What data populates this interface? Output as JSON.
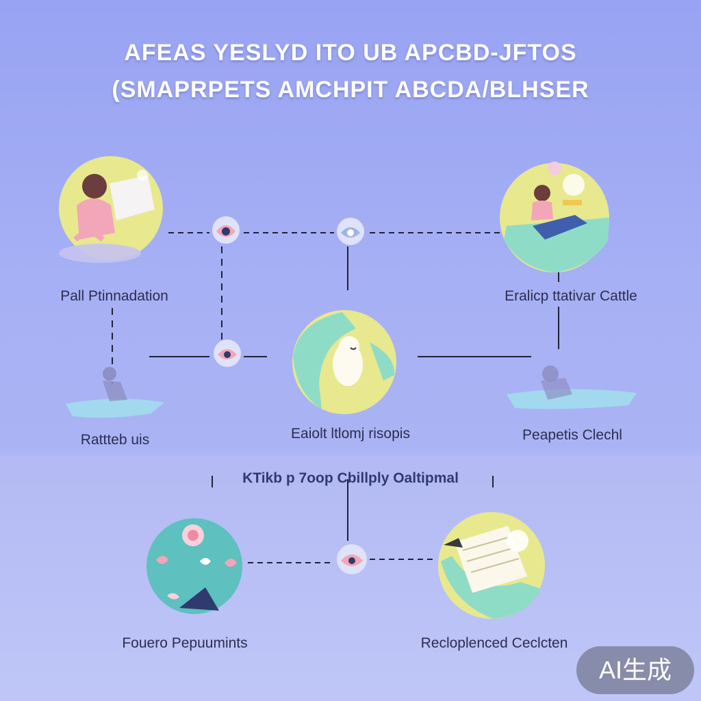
{
  "title": {
    "line1": "AFEAS YESLYD ITO UB APCBD-JFTOS",
    "line2": "(SMAPRPETS AMCHPIT ABCDA/BLHSER"
  },
  "nodes": {
    "top_left": "Pall Ptinnadation",
    "top_right": "Eralicp ttativar Cattle",
    "mid_left": "Rattteb uis",
    "center": "Eaiolt ltlomj risopis",
    "mid_right": "Peapetis Clechl",
    "lower_header": "KTikb p 7oop Cbillply Oaltipmal",
    "bottom_left": "Fouero Pepuumints",
    "bottom_right": "Recloplenced Ceclcten"
  },
  "badge": "AI生成",
  "colors": {
    "background": "#a6b0f4",
    "yellow": "#eaeb8e",
    "mint": "#8fdcc6",
    "teal": "#5ec0bf",
    "pink": "#f2a6b8",
    "navy": "#2f3a6e",
    "line": "#1f2238"
  }
}
